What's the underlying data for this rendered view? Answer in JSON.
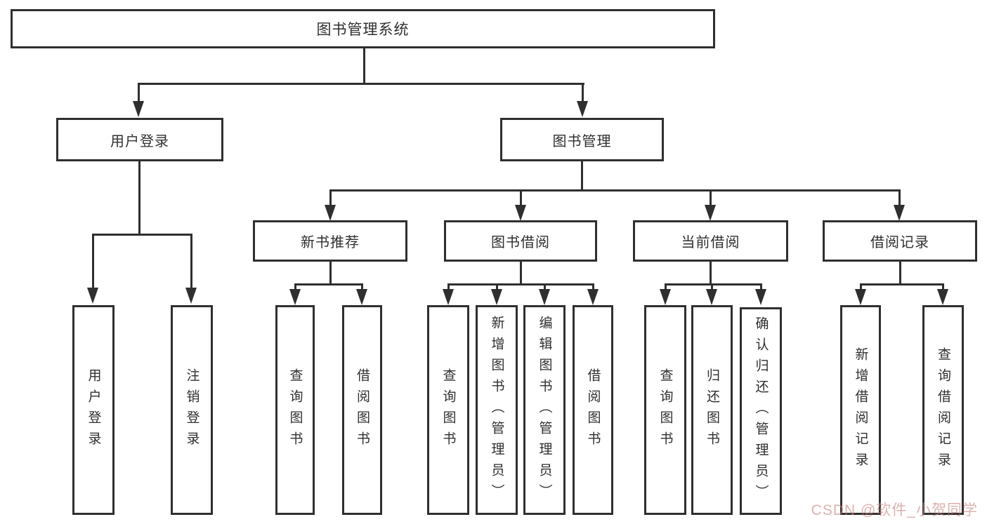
{
  "diagram": {
    "type": "hierarchy-tree",
    "colors": {
      "line": "#2f2f2f",
      "box_background": "#ffffff",
      "page_background": "#ffffff",
      "watermark": "#c5827c"
    },
    "root": {
      "label": "图书管理系统"
    },
    "branches": [
      {
        "label": "用户登录",
        "children": [
          {
            "label": "用户登录"
          },
          {
            "label": "注销登录"
          }
        ]
      },
      {
        "label": "图书管理",
        "children": [
          {
            "label": "新书推荐",
            "children": [
              {
                "label": "查询图书"
              },
              {
                "label": "借阅图书"
              }
            ]
          },
          {
            "label": "图书借阅",
            "children": [
              {
                "label": "查询图书"
              },
              {
                "label": "新增图书（管理员）"
              },
              {
                "label": "编辑图书（管理员）"
              },
              {
                "label": "借阅图书"
              }
            ]
          },
          {
            "label": "当前借阅",
            "children": [
              {
                "label": "查询图书"
              },
              {
                "label": "归还图书"
              },
              {
                "label": "确认归还（管理员）"
              }
            ]
          },
          {
            "label": "借阅记录",
            "children": [
              {
                "label": "新增借阅记录"
              },
              {
                "label": "查询借阅记录"
              }
            ]
          }
        ]
      }
    ]
  },
  "watermark": {
    "text": "CSDN @软件_小贺同学"
  }
}
